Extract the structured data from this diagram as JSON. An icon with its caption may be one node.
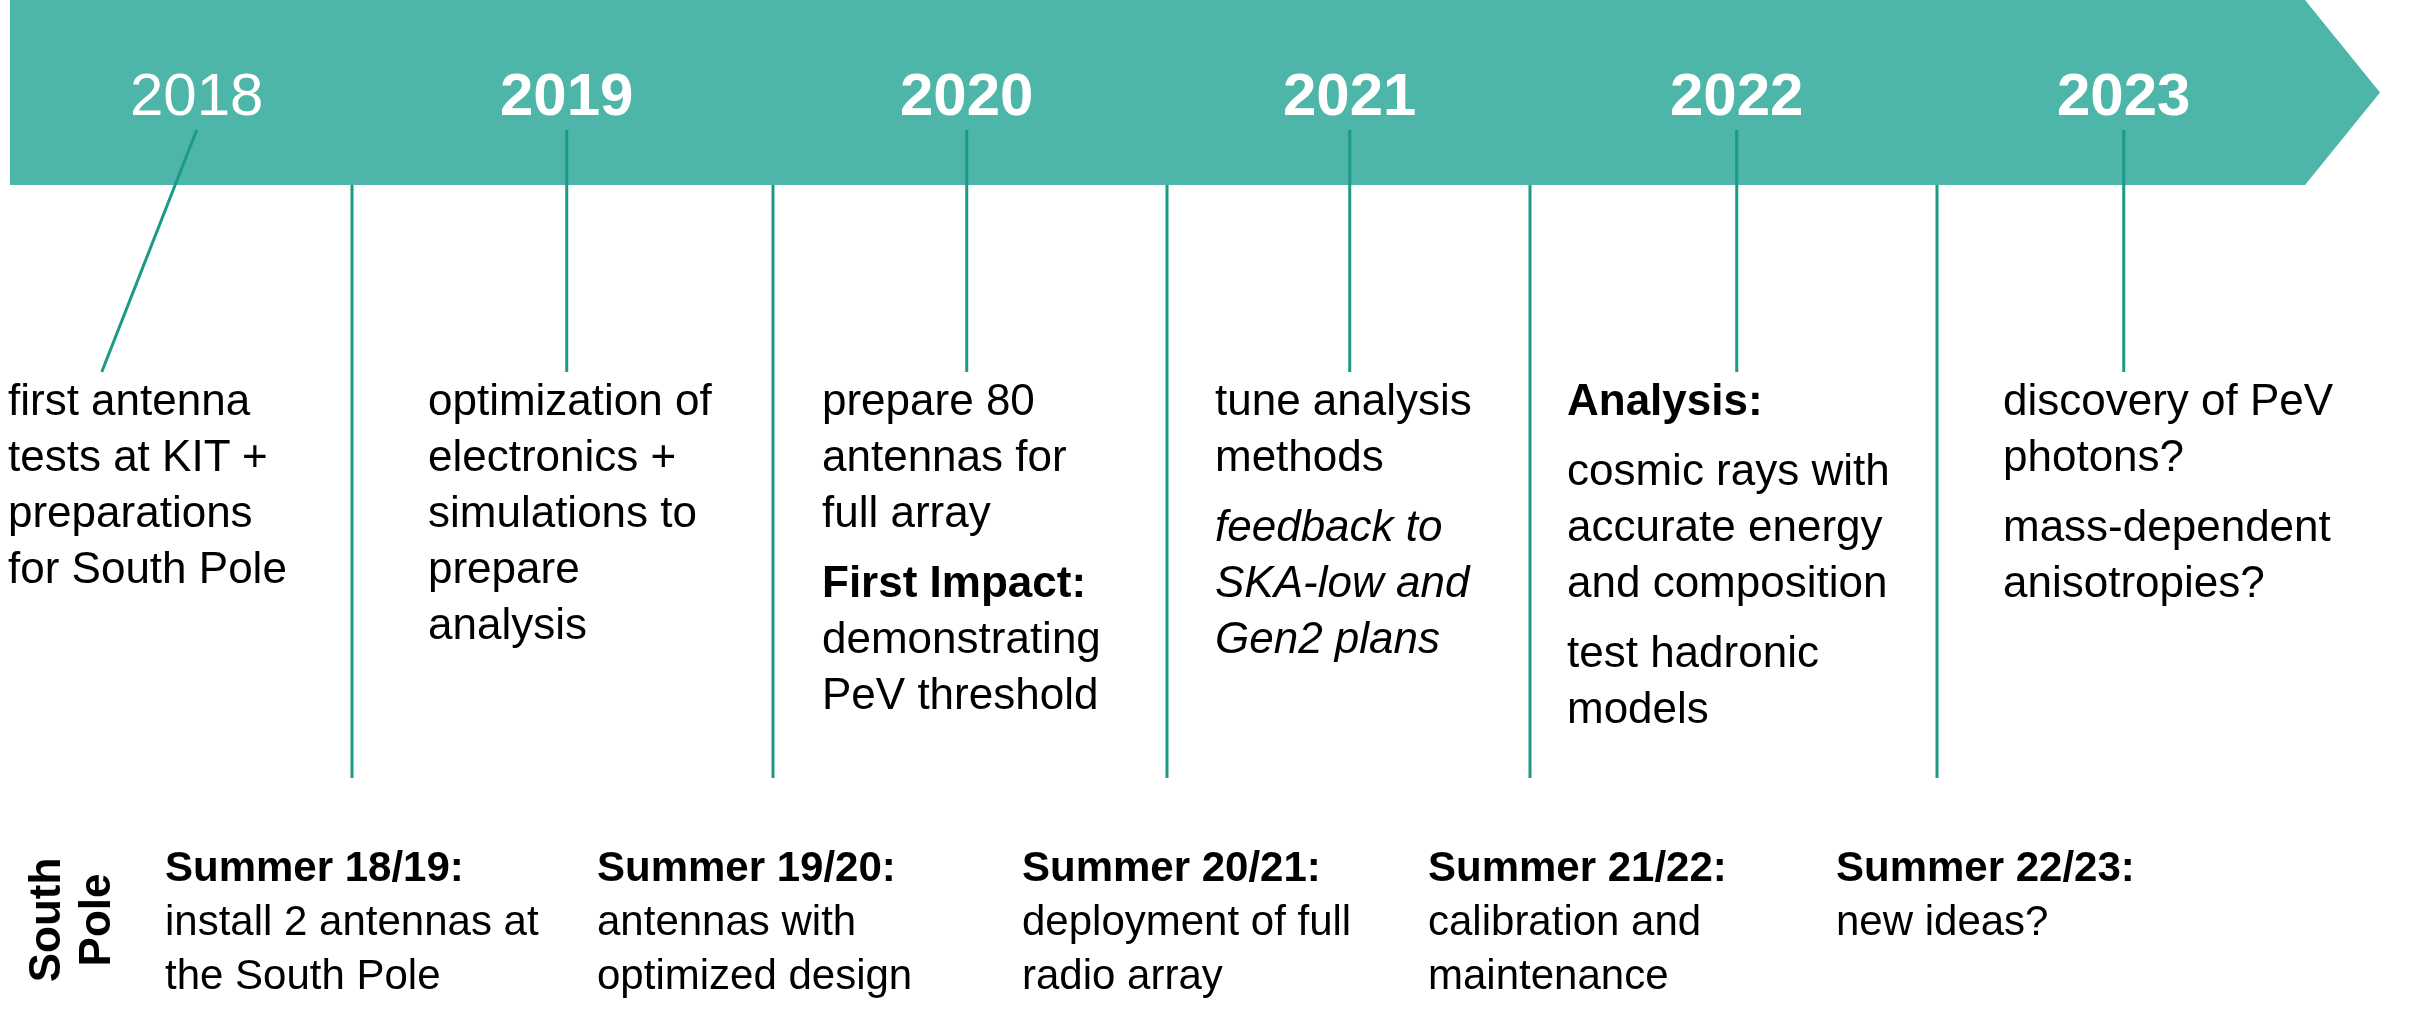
{
  "diagram": {
    "nodes": [
      {
        "text": [],
        "shape": "arrow"
      },
      {
        "text": [
          "2018"
        ],
        "in": 0
      },
      {
        "text": [
          "2019"
        ],
        "in": 0
      },
      {
        "text": [
          "2020"
        ],
        "in": 0
      },
      {
        "text": [
          "2021"
        ],
        "in": 0
      },
      {
        "text": [
          "2022"
        ],
        "in": 0
      },
      {
        "text": [
          "2023"
        ],
        "in": 0
      },
      {
        "text": [
          "first antenna tests at KIT + preparations for South Pole"
        ]
      },
      {
        "text": [
          "optimization of electronics + simulations to prepare analysis"
        ]
      },
      {
        "text": [
          "prepare 80 antennas for full array",
          "**First Impact:** demonstrating PeV threshold"
        ]
      },
      {
        "text": [
          "tune analysis methods",
          "*feedback to SKA-low and Gen2 plans*"
        ]
      },
      {
        "text": [
          "**Analysis:**",
          "cosmic rays with accurate energy and composition",
          "test hadronic models"
        ]
      },
      {
        "text": [
          "discovery of PeV photons?",
          "mass-dependent anisotropies?"
        ]
      }
    ],
    "edges": [
      {
        "from": 1,
        "to": 7,
        "arrow": "none"
      },
      {
        "from": 2,
        "to": 8,
        "arrow": "none"
      },
      {
        "from": 3,
        "to": 9,
        "arrow": "none"
      },
      {
        "from": 4,
        "to": 10,
        "arrow": "none"
      },
      {
        "from": 5,
        "to": 11,
        "arrow": "none"
      },
      {
        "from": 6,
        "to": 12,
        "arrow": "none"
      }
    ],
    "labels": [
      "South Pole",
      "**Summer 18/19:** install 2 antennas at the South Pole",
      "**Summer 19/20:** antennas with optimized design",
      "**Summer 20/21:** deployment of full radio array",
      "**Summer 21/22:** calibration and maintenance",
      "**Summer 22/23:** new ideas?"
    ]
  }
}
